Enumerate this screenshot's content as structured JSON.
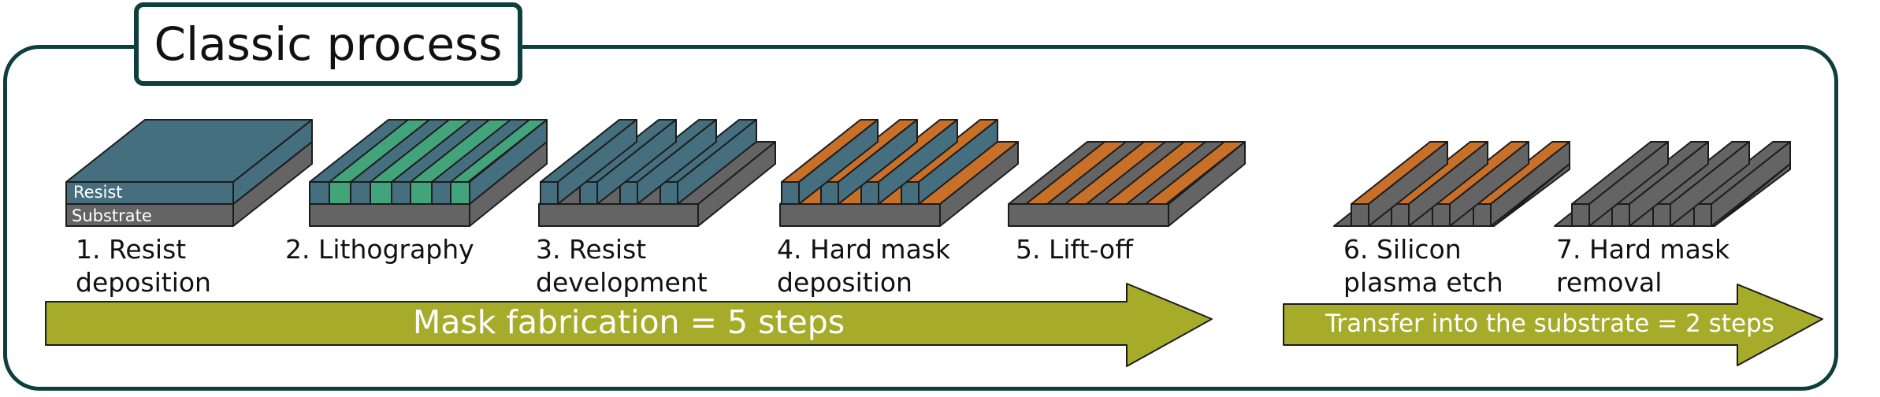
{
  "title": "Classic process",
  "layers": {
    "resist": "Resist",
    "substrate": "Substrate"
  },
  "steps": [
    {
      "line1": "1. Resist",
      "line2": "deposition"
    },
    {
      "line1": "2. Lithography",
      "line2": ""
    },
    {
      "line1": "3. Resist",
      "line2": "development"
    },
    {
      "line1": "4. Hard mask",
      "line2": "deposition"
    },
    {
      "line1": "5. Lift-off",
      "line2": ""
    },
    {
      "line1": "6. Silicon",
      "line2": "plasma etch"
    },
    {
      "line1": "7. Hard mask",
      "line2": "removal"
    }
  ],
  "arrows": {
    "mask": "Mask fabrication = 5 steps",
    "transfer": "Transfer into the substrate = 2 steps"
  },
  "colors": {
    "frame": "#0e3f3f",
    "resist": "#456f7e",
    "exposed": "#43a47c",
    "hardmask": "#c86f28",
    "substrate": "#646464",
    "arrow": "#a7ab2a"
  }
}
